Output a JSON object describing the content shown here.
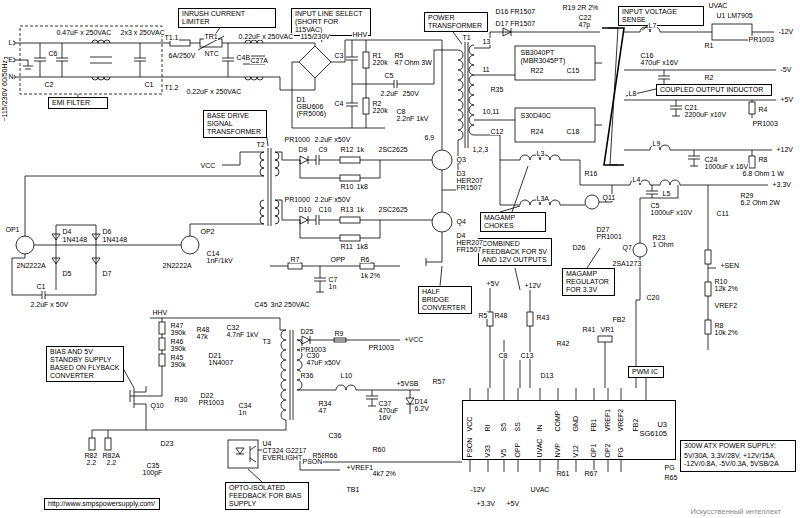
{
  "diagram": {
    "nodes": [
      {
        "text": [
          "EMI FILTER"
        ]
      },
      {
        "text": [
          "INRUSH CURRENT LIMITER"
        ]
      },
      {
        "text": [
          "INPUT LINE SELECT (SHORT FOR 115VAC)"
        ]
      },
      {
        "text": [
          "POWER TRANSFORMER"
        ]
      },
      {
        "text": [
          "INPUT VOLTAGE SENSE"
        ]
      },
      {
        "text": [
          "COUPLED OUTPUT INDUCTOR"
        ]
      },
      {
        "text": [
          "BASE DRIVE SIGNAL TRANSFORMER"
        ]
      },
      {
        "text": [
          "MAGAMP CHOKES"
        ]
      },
      {
        "text": [
          "HALF BRIDGE CONVERTER"
        ]
      },
      {
        "text": [
          "COMBINED FEEDBACK FOR 5V AND 12V OUTPUTS"
        ]
      },
      {
        "text": [
          "MAGAMP REGULATOR FOR 3.3V"
        ]
      },
      {
        "text": [
          "BIAS AND 5V STANDBY SUPPLY BASED ON FLYBACK CONVERTER"
        ]
      },
      {
        "text": [
          "OPTO-ISOLATED FEEDBACK FOR BIAS SUPPLY"
        ]
      },
      {
        "text": [
          "PWM IC"
        ]
      },
      {
        "text": [
          "U3",
          "SG6105"
        ]
      },
      {
        "text": [
          "300W ATX POWER SUPPLY:",
          "5V/30A, 3.3V/28V, +12V/15A, -12V/0.8A, -5V/0.3A, 5VSB/2A"
        ]
      },
      {
        "text": [
          "http://www.smpspowersupply.com/"
        ]
      }
    ],
    "edges": [
      {
        "from": 13,
        "to": 14,
        "arrow": "none"
      }
    ],
    "labels": [
      "L",
      "PE",
      "N",
      "~115/230V 60/50Hz",
      "0.47uF x 250VAC",
      "2x3 x 250VAC",
      "C6",
      "C2",
      "C1",
      "T1.1",
      "T1.2",
      "TR1",
      "NTC",
      "6A/250V",
      "C4B",
      "0.22uF x 250VAC",
      "0.22uF x 250VAC",
      "C27A",
      "115/230V",
      "HHV",
      "D1",
      "GBU606",
      "(FR5006)",
      "C3",
      "R1",
      "220k",
      "C4",
      "R2",
      "220k",
      "C5",
      "2.2uF",
      "250V",
      "R5",
      "47 Ohm 3W",
      "C8",
      "2.2nF 1kV",
      "T1",
      "13",
      "11",
      "6,9",
      "10,11",
      "1,2,3",
      "D16 FR1507",
      "D17 FR1507",
      "R35",
      "C12",
      "R19 2R 2%",
      "C22",
      "47p",
      "L7",
      "U1 LM7905",
      "UVAC",
      "-12V",
      "PR1003",
      "C16",
      "470uF x16V",
      "R1",
      "R2",
      "-5V",
      "L8",
      "+5V",
      "C21",
      "2200uF x10V",
      "R4",
      "PR1003",
      "L9",
      "+12V",
      "C24",
      "1000uF x 16V",
      "R8",
      "6.8 Ohm 1 W",
      "+3.3V",
      "SB3040PT",
      "(MBR3045PT)",
      "R22",
      "C15",
      "S30D40C",
      "R24",
      "C18",
      "L3",
      "L3A",
      "R16",
      "Q11",
      "L4",
      "L5",
      "C5",
      "1000uF x10V",
      "C11",
      "R29",
      "6.2 Ohm 2W",
      "D27",
      "PR1001",
      "D26",
      "Q7",
      "R23",
      "1 Ohm",
      "2SA1273",
      "C20",
      "FB2",
      "+SEN",
      "R10",
      "12k 2%",
      "VREF2",
      "R8",
      "10k 2%",
      "T2",
      "VCC",
      "D9",
      "PR1000",
      "C9",
      "2.2uF x50V",
      "R12",
      "1k",
      "R10",
      "1k8",
      "Q3",
      "2SC2625",
      "D3",
      "HER207",
      "FR1507",
      "D10",
      "PR1000",
      "C10",
      "2.2uF x50V",
      "R13",
      "1k",
      "R11",
      "1k8",
      "Q4",
      "2SC2625",
      "D4",
      "HER207",
      "FR1507",
      "OP1",
      "2N2222A",
      "D4",
      "1N4148",
      "D6",
      "1N4148",
      "D5",
      "D7",
      "C1",
      "2.2uF x 50V",
      "2N2222A",
      "OP2",
      "C14",
      "1nF/1kV",
      "OPP",
      "R7",
      "C7",
      "1n",
      "R6",
      "1k 2%",
      "C45",
      "3n2 250VAC",
      "HHV",
      "R47",
      "390k",
      "R46",
      "390k",
      "R45",
      "390k",
      "R48",
      "47k",
      "C32",
      "4.7nF 1kV",
      "D21",
      "1N4007",
      "Q10",
      "R82",
      "2.2",
      "R82A",
      "2.2",
      "C35",
      "100pF",
      "D23",
      "R30",
      "D22",
      "PR1003",
      "C34",
      "1n",
      "T3",
      "D25",
      "PR1003",
      "R9",
      "+VCC",
      "PR1003",
      "C30",
      "47uF x50V",
      "R36",
      "L10",
      "R34",
      "47",
      "C37",
      "470uF",
      "16V",
      "+5VSB",
      "D14",
      "6.2V",
      "R57",
      "R58",
      "C36",
      "TB1",
      "+VREF1",
      "R60",
      "4k7 2%",
      "U4",
      "CT324 G2217",
      "EVERLIGHT",
      "+5V",
      "+12V",
      "R5",
      "R48",
      "R43",
      "C8",
      "C13",
      "D13",
      "R42",
      "R41",
      "VR1",
      "VCC",
      "RI",
      "S5",
      "SS",
      "IN",
      "COMP",
      "GND",
      "FB1",
      "VREF1",
      "VREF2",
      "FB2",
      "PSON",
      "V33",
      "V5",
      "OPP",
      "UVAC",
      "NVP",
      "V12",
      "OP1",
      "OP2",
      "PG",
      "PSON",
      "R66",
      "-12V",
      "+3.3V",
      "+5V",
      "UVAC",
      "R61",
      "R67",
      "PG",
      "R65",
      "Искусственный интеллект"
    ]
  }
}
